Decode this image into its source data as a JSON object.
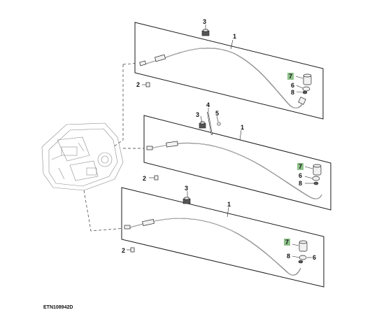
{
  "figure_id": "ETN108942D",
  "highlight_color": "#8fc28a",
  "assemblies": [
    {
      "name": "upper",
      "labels": {
        "cable": "1",
        "clip": "2",
        "bracket": "3",
        "nut": "6",
        "knob": "7",
        "washer": "8"
      }
    },
    {
      "name": "middle",
      "labels": {
        "cable": "1",
        "clip": "2",
        "bracket": "3",
        "rod": "4",
        "screw": "5",
        "nut": "6",
        "knob": "7",
        "washer": "8"
      }
    },
    {
      "name": "lower",
      "labels": {
        "cable": "1",
        "clip": "2",
        "bracket": "3",
        "nut": "6",
        "knob": "7",
        "washer": "8"
      }
    }
  ]
}
